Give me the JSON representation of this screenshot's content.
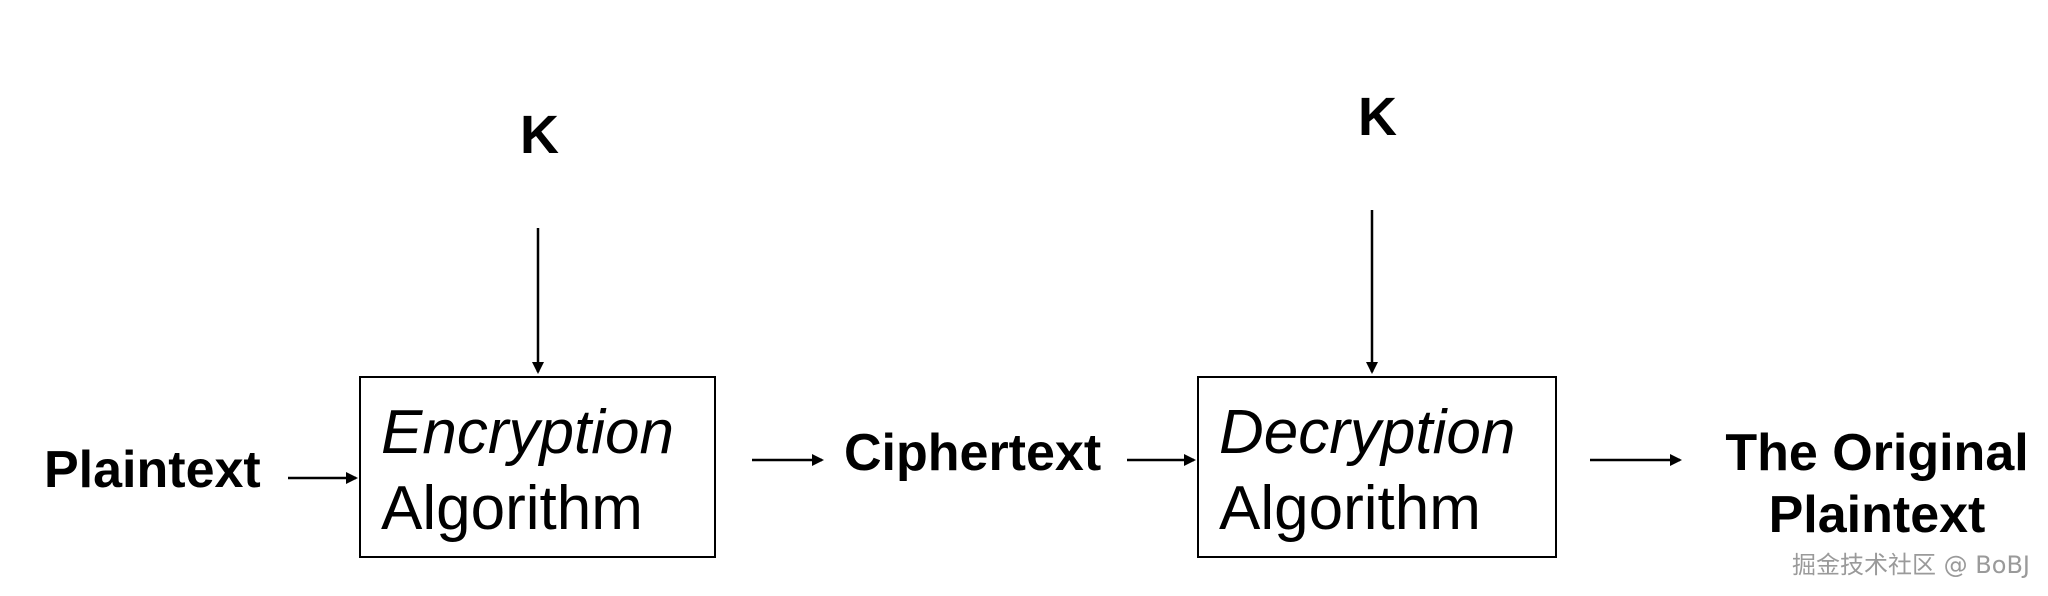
{
  "encryption": {
    "key_label": "K",
    "title": "Encryption",
    "subtitle": "Algorithm"
  },
  "decryption": {
    "key_label": "K",
    "title": "Decryption",
    "subtitle": "Algorithm"
  },
  "flow": {
    "input": "Plaintext",
    "middle": "Ciphertext",
    "output_line1": "The Original",
    "output_line2": "Plaintext"
  },
  "watermark": "掘金技术社区 @ BoBJ"
}
